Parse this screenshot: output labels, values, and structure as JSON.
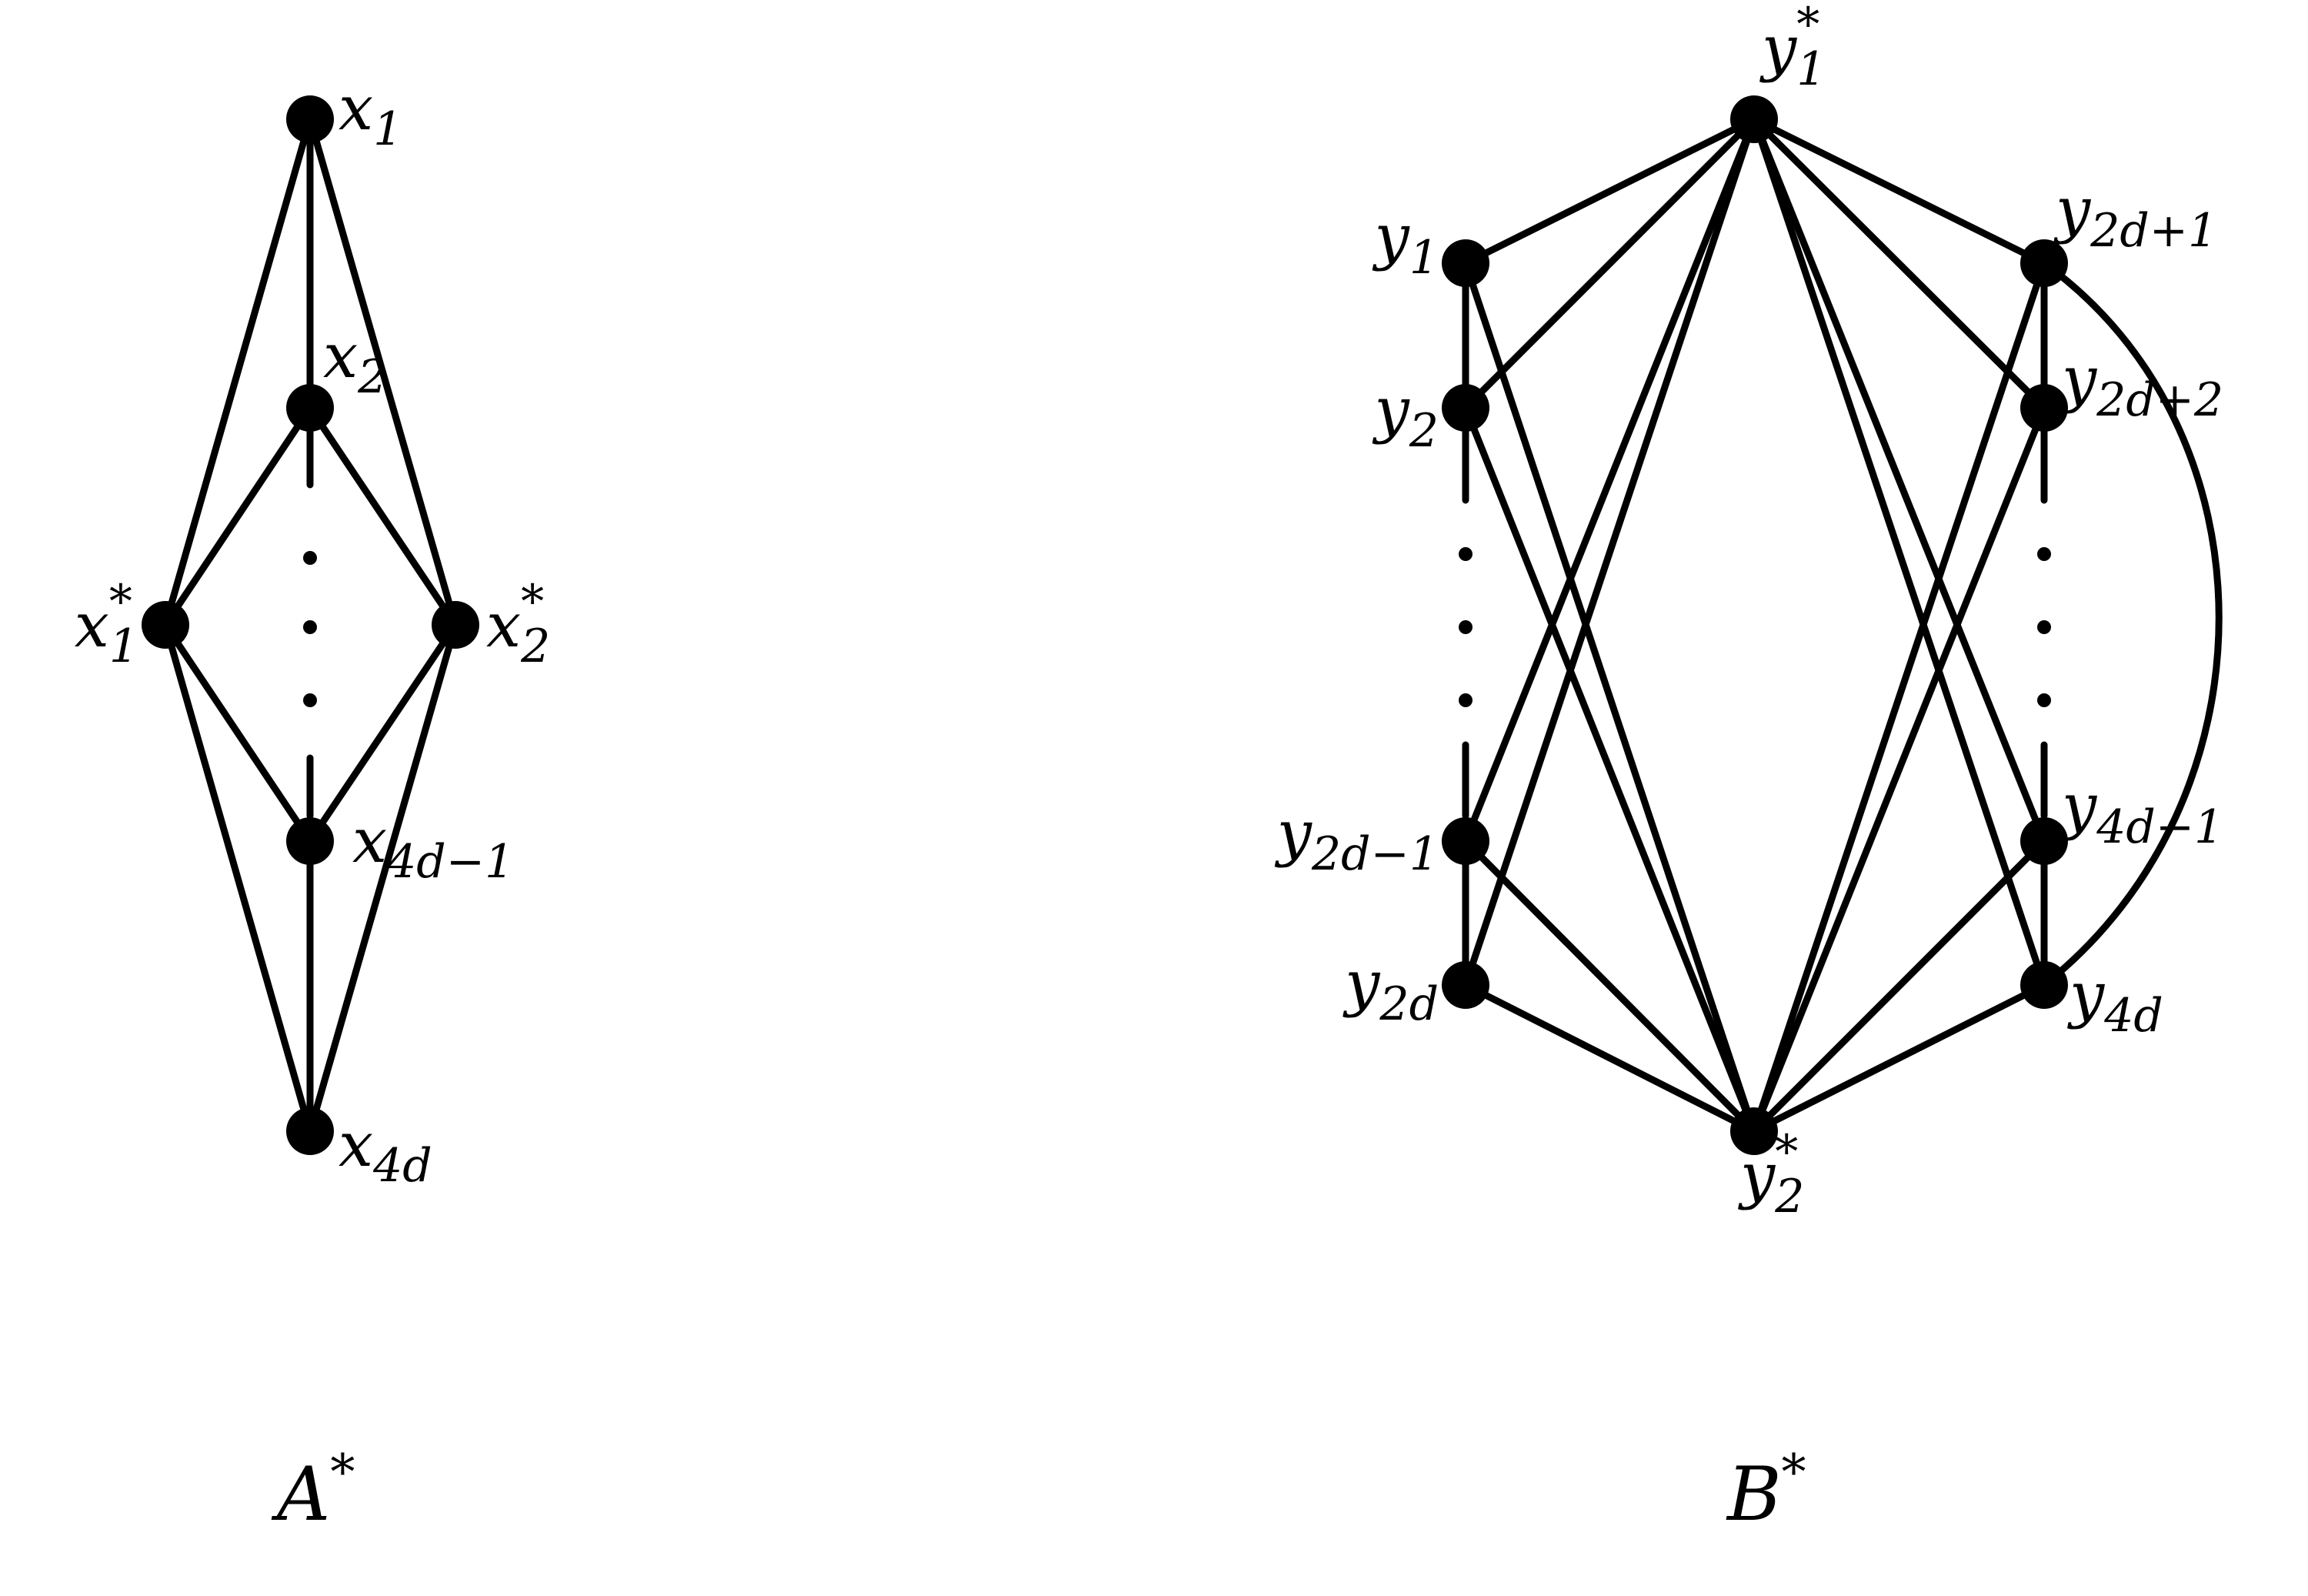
{
  "colors": {
    "ink": "#000000",
    "background": "#ffffff"
  },
  "graphs": [
    {
      "id": "A",
      "title": "A",
      "title_sup": "*",
      "nodes": [
        {
          "id": "x1",
          "base": "x",
          "sub": "1",
          "sup": ""
        },
        {
          "id": "x2",
          "base": "x",
          "sub": "2",
          "sup": ""
        },
        {
          "id": "x1s",
          "base": "x",
          "sub": "1",
          "sup": "*"
        },
        {
          "id": "x2s",
          "base": "x",
          "sub": "2",
          "sup": "*"
        },
        {
          "id": "x4d1",
          "base": "x",
          "sub": "4d−1",
          "sup": ""
        },
        {
          "id": "x4d",
          "base": "x",
          "sub": "4d",
          "sup": ""
        }
      ],
      "edges": [
        [
          "x1",
          "x2"
        ],
        [
          "x1",
          "x1s"
        ],
        [
          "x1",
          "x2s"
        ],
        [
          "x2",
          "x1s"
        ],
        [
          "x2",
          "x2s"
        ],
        [
          "x4d1",
          "x1s"
        ],
        [
          "x4d1",
          "x2s"
        ],
        [
          "x4d1",
          "x4d"
        ],
        [
          "x4d",
          "x1s"
        ],
        [
          "x4d",
          "x2s"
        ]
      ]
    },
    {
      "id": "B",
      "title": "B",
      "title_sup": "*",
      "nodes": [
        {
          "id": "y1s",
          "base": "y",
          "sub": "1",
          "sup": "*"
        },
        {
          "id": "y2s",
          "base": "y",
          "sub": "2",
          "sup": "*"
        },
        {
          "id": "y1",
          "base": "y",
          "sub": "1",
          "sup": ""
        },
        {
          "id": "y2",
          "base": "y",
          "sub": "2",
          "sup": ""
        },
        {
          "id": "y2d1",
          "base": "y",
          "sub": "2d−1",
          "sup": ""
        },
        {
          "id": "y2d",
          "base": "y",
          "sub": "2d",
          "sup": ""
        },
        {
          "id": "y2dp1",
          "base": "y",
          "sub": "2d+1",
          "sup": ""
        },
        {
          "id": "y2dp2",
          "base": "y",
          "sub": "2d+2",
          "sup": ""
        },
        {
          "id": "y4d1",
          "base": "y",
          "sub": "4d−1",
          "sup": ""
        },
        {
          "id": "y4d",
          "base": "y",
          "sub": "4d",
          "sup": ""
        }
      ],
      "edges": [
        [
          "y1s",
          "y1"
        ],
        [
          "y1s",
          "y2"
        ],
        [
          "y1s",
          "y2d1"
        ],
        [
          "y1s",
          "y2d"
        ],
        [
          "y1s",
          "y2dp1"
        ],
        [
          "y1s",
          "y2dp2"
        ],
        [
          "y1s",
          "y4d1"
        ],
        [
          "y1s",
          "y4d"
        ],
        [
          "y2s",
          "y1"
        ],
        [
          "y2s",
          "y2"
        ],
        [
          "y2s",
          "y2d1"
        ],
        [
          "y2s",
          "y2d"
        ],
        [
          "y2s",
          "y2dp1"
        ],
        [
          "y2s",
          "y2dp2"
        ],
        [
          "y2s",
          "y4d1"
        ],
        [
          "y2s",
          "y4d"
        ],
        [
          "y1",
          "y2"
        ],
        [
          "y2d1",
          "y2d"
        ],
        [
          "y2dp1",
          "y2dp2"
        ],
        [
          "y4d1",
          "y4d"
        ]
      ],
      "curved_edges": [
        [
          "y2dp1",
          "y4d"
        ]
      ]
    }
  ]
}
